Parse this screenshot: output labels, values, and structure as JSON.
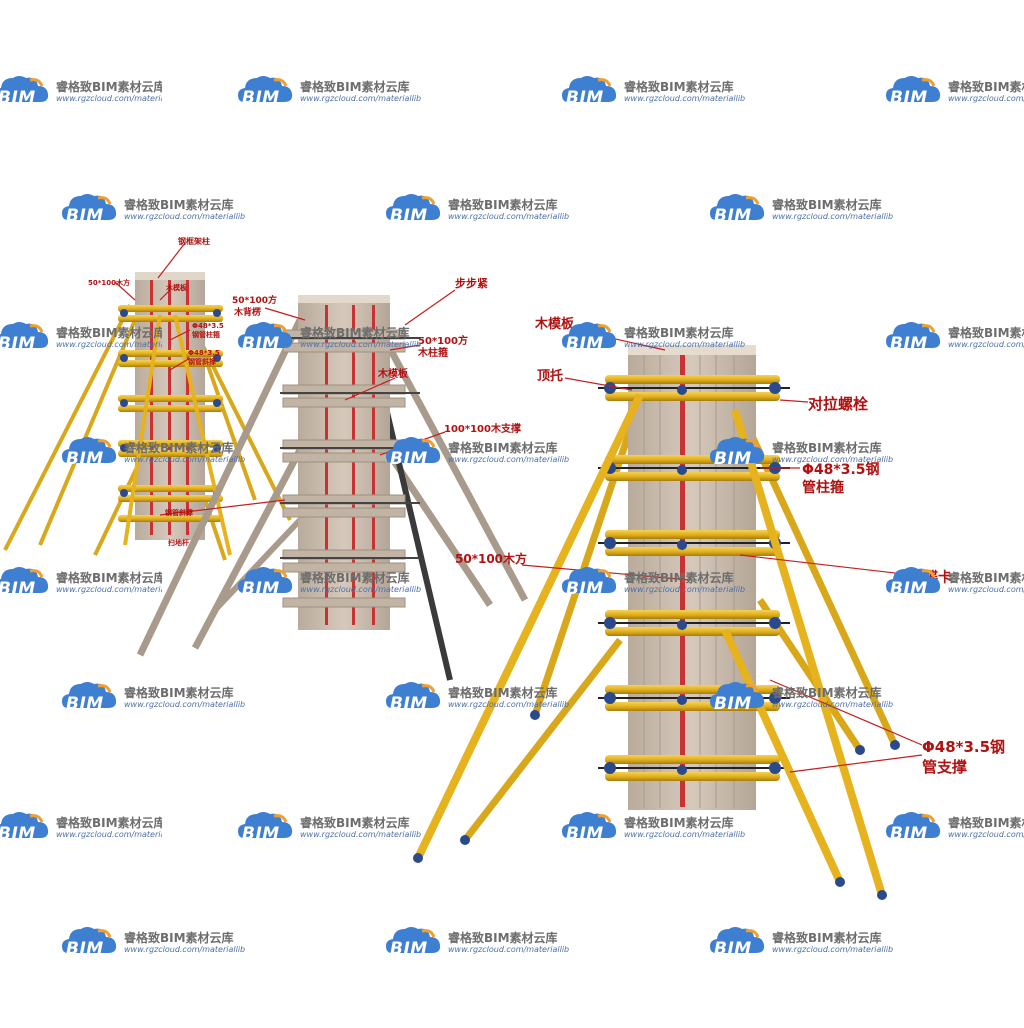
{
  "watermark": {
    "logo_text": "BIM",
    "name": "睿格致BIM素材云库",
    "url": "www.rgzcloud.com/materiallib"
  },
  "labels": {
    "left": {
      "frame_column": "钢框架柱",
      "timber_50x100": "50*100木方",
      "timber_label_b": "木模板",
      "tube_a": "Φ48*3.5",
      "tube_a2": "钢管柱箍",
      "tube_b": "Φ48*3.5",
      "tube_b2": "钢管斜撑",
      "tube_c": "钢管斜撑",
      "base": "扫地杆"
    },
    "middle": {
      "timber_a": "50*100方",
      "timber_a2": "木背楞",
      "step_tie": "步步紧",
      "col_hoop_a": "50*100方",
      "col_hoop_a2": "木柱箍",
      "formwork": "木模板",
      "wood_support": "100*100木支撑"
    },
    "right": {
      "formwork": "木模板",
      "top_support": "顶托",
      "tie_bolt": "对拉螺栓",
      "hoop_a": "Φ48*3.5钢",
      "hoop_b": "管柱箍",
      "timber": "50*100木方",
      "butterfly": "蝴蝶卡",
      "brace_a": "Φ48*3.5钢",
      "brace_b": "管支撑"
    }
  },
  "colors": {
    "formwork": "#cdbfb2",
    "formwork_shade": "#b3a596",
    "red_stripe": "#c83232",
    "steel_tube": "#e8b923",
    "steel_tube_dark": "#a47d10",
    "coupler": "#2b4a8c",
    "wood_brace": "#a89b8c",
    "dark_brace": "#3a3a3a",
    "label_red": "#b01212",
    "leader": "#c41e1e",
    "wm_blue": "#3f7fd1",
    "wm_orange": "#f0a030"
  }
}
